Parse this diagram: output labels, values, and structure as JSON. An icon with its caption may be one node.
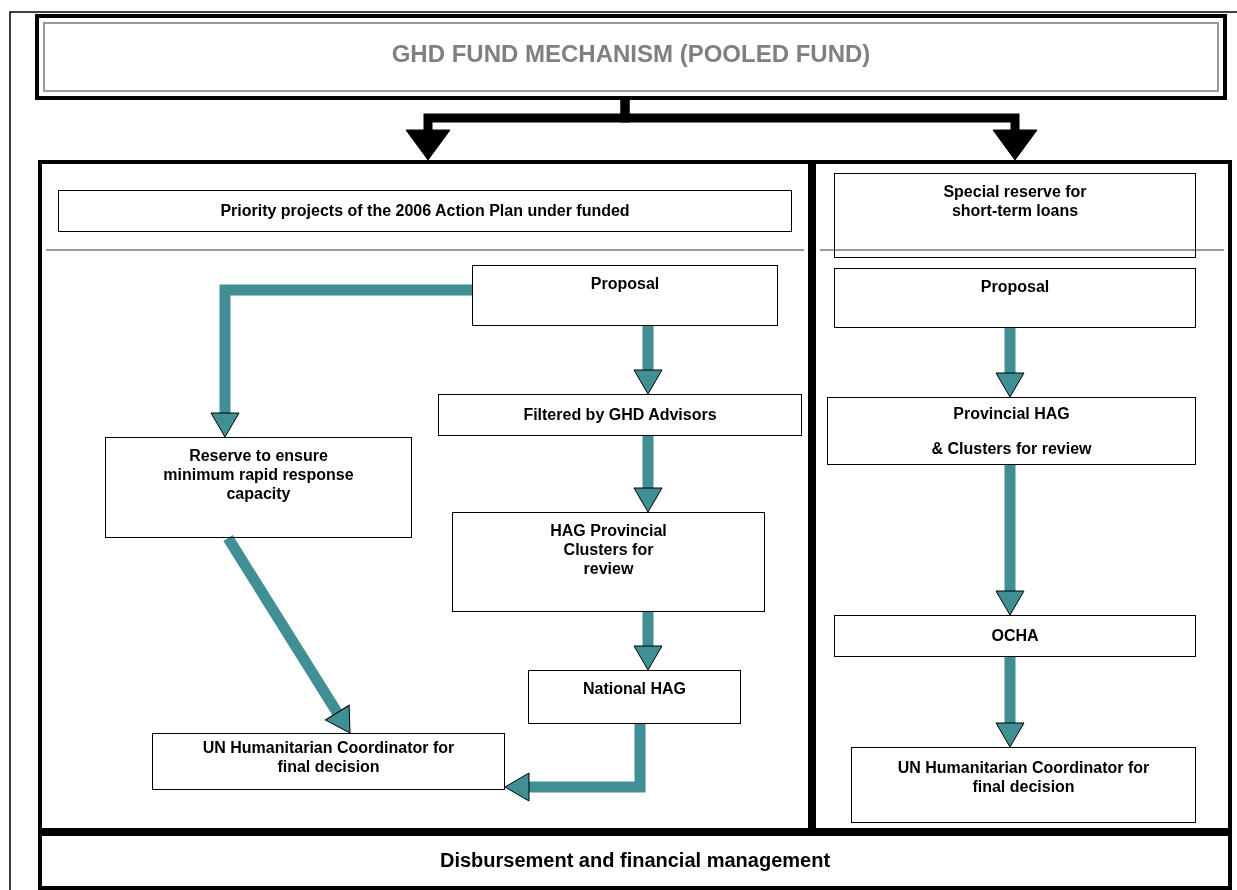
{
  "diagram": {
    "nodes": [
      {
        "text": [
          "GHD FUND MECHANISM (POOLED FUND)"
        ]
      },
      {
        "text": [],
        "shape": "box"
      },
      {
        "text": [
          "Priority projects of the 2006 Action Plan under funded"
        ],
        "in": 1
      },
      {
        "text": [
          "Proposal"
        ],
        "in": 1
      },
      {
        "text": [
          "Filtered by GHD Advisors"
        ],
        "in": 1
      },
      {
        "text": [
          "Reserve to ensure minimum rapid response capacity"
        ],
        "in": 1
      },
      {
        "text": [
          "HAG Provincial Clusters for review"
        ],
        "in": 1
      },
      {
        "text": [
          "National HAG"
        ],
        "in": 1
      },
      {
        "text": [
          "UN Humanitarian Coordinator for final decision"
        ],
        "in": 1
      },
      {
        "text": [],
        "shape": "box"
      },
      {
        "text": [
          "Special reserve for short-term loans"
        ],
        "in": 9
      },
      {
        "text": [
          "Proposal"
        ],
        "in": 9
      },
      {
        "text": [
          "Provincial HAG",
          "& Clusters for review"
        ],
        "in": 9
      },
      {
        "text": [
          "OCHA"
        ],
        "in": 9
      },
      {
        "text": [
          "UN Humanitarian Coordinator for final decision"
        ],
        "in": 9
      },
      {
        "text": [
          "Disbursement and financial management"
        ]
      }
    ],
    "edges": [
      {
        "from": 0,
        "to": 1,
        "arrow": "to",
        "color": "#000000"
      },
      {
        "from": 0,
        "to": 9,
        "arrow": "to",
        "color": "#000000"
      },
      {
        "from": 3,
        "to": 5,
        "arrow": "to"
      },
      {
        "from": 3,
        "to": 4,
        "arrow": "to"
      },
      {
        "from": 4,
        "to": 6,
        "arrow": "to"
      },
      {
        "from": 6,
        "to": 7,
        "arrow": "to"
      },
      {
        "from": 5,
        "to": 8,
        "arrow": "to"
      },
      {
        "from": 7,
        "to": 8,
        "arrow": "to"
      },
      {
        "from": 11,
        "to": 12,
        "arrow": "to"
      },
      {
        "from": 12,
        "to": 13,
        "arrow": "to"
      },
      {
        "from": 13,
        "to": 14,
        "arrow": "to"
      }
    ]
  }
}
